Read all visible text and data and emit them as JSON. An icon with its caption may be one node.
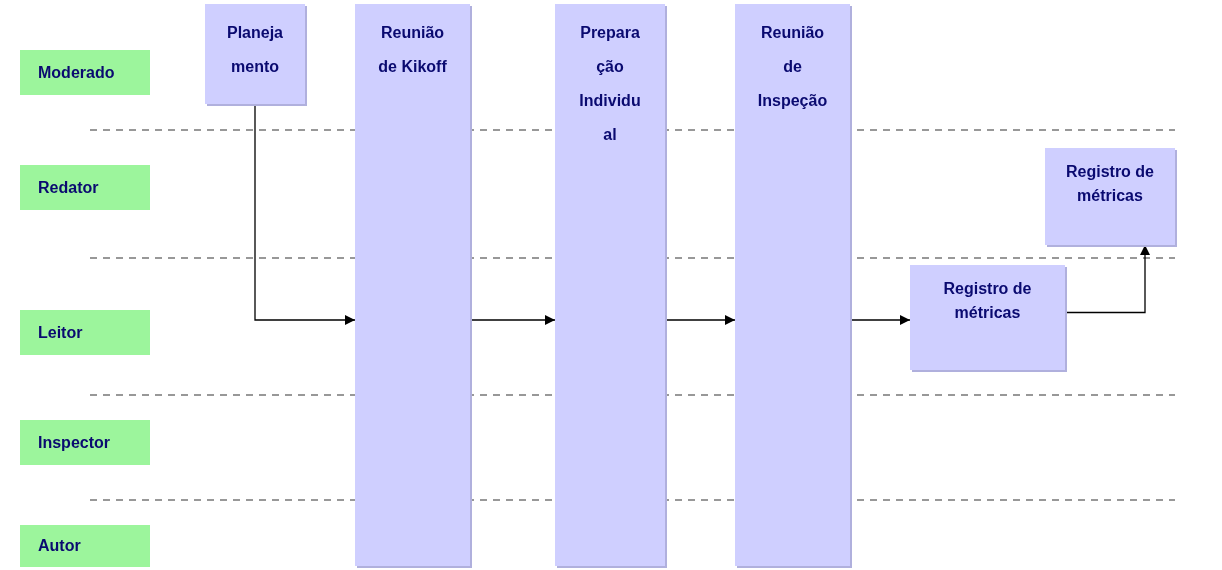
{
  "diagram": {
    "nodes": [
      {
        "text": [
          "Moderado"
        ]
      },
      {
        "text": [
          "Redator"
        ]
      },
      {
        "text": [
          "Leitor"
        ]
      },
      {
        "text": [
          "Inspector"
        ]
      },
      {
        "text": [
          "Autor"
        ]
      },
      {
        "text": [
          "Planeja mento"
        ]
      },
      {
        "text": [
          "Reunião de Kikoff"
        ]
      },
      {
        "text": [
          "Prepara ção Individu al"
        ]
      },
      {
        "text": [
          "Reunião de Inspeção"
        ]
      },
      {
        "text": [
          "Registro de métricas"
        ]
      },
      {
        "text": [
          "Registro de métricas"
        ]
      }
    ],
    "edges": [
      {
        "from": 5,
        "to": 6,
        "arrow": "to"
      },
      {
        "from": 6,
        "to": 7,
        "arrow": "to"
      },
      {
        "from": 7,
        "to": 8,
        "arrow": "to"
      },
      {
        "from": 8,
        "to": 10,
        "arrow": "to"
      },
      {
        "from": 10,
        "to": 9,
        "arrow": "to"
      }
    ]
  }
}
